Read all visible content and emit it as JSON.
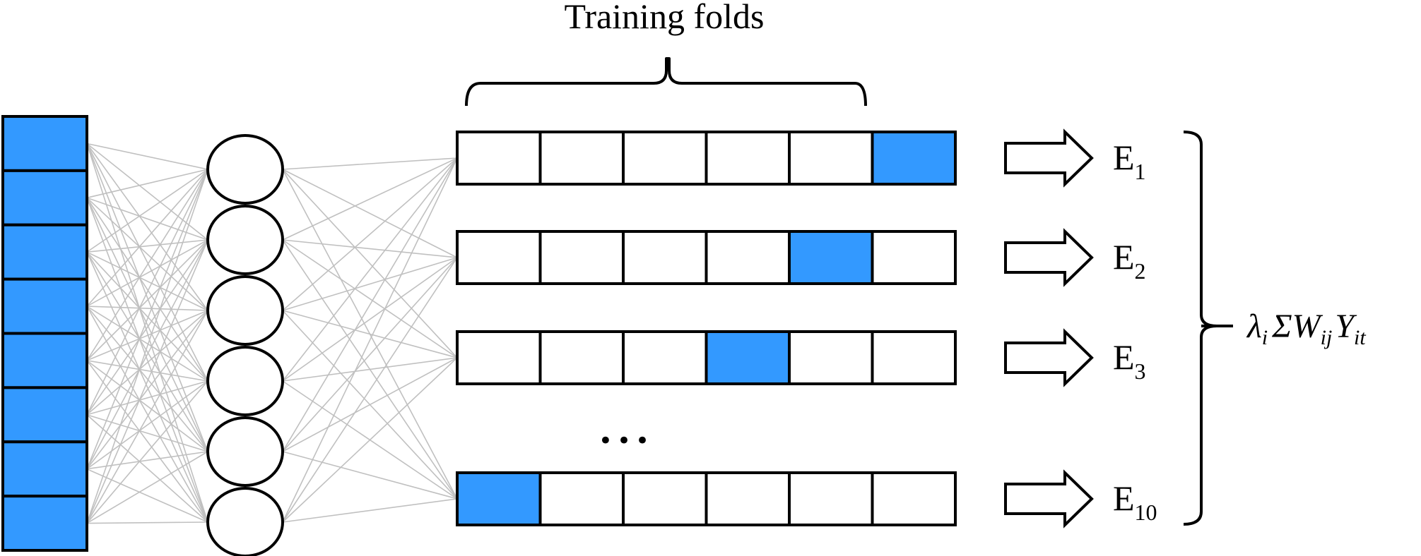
{
  "title": "Training folds",
  "ellipsis": "•••",
  "colors": {
    "highlight": "#3399ff",
    "stroke": "#000000",
    "connection": "#c0c0c0",
    "background": "#ffffff"
  },
  "input_layer": {
    "cell_count": 8
  },
  "hidden_layer": {
    "node_count": 6
  },
  "folds": {
    "cells_per_row": 6,
    "rows": [
      {
        "highlight_index": 5,
        "error_label": "E",
        "error_sub": "1"
      },
      {
        "highlight_index": 4,
        "error_label": "E",
        "error_sub": "2"
      },
      {
        "highlight_index": 3,
        "error_label": "E",
        "error_sub": "3"
      },
      {
        "highlight_index": 0,
        "error_label": "E",
        "error_sub": "10"
      }
    ]
  },
  "formula": {
    "lambda": "λ",
    "lambda_sub": "i",
    "sigma": "Σ",
    "w": "W",
    "w_sub": "ij",
    "y": "Y",
    "y_sub": "it"
  }
}
